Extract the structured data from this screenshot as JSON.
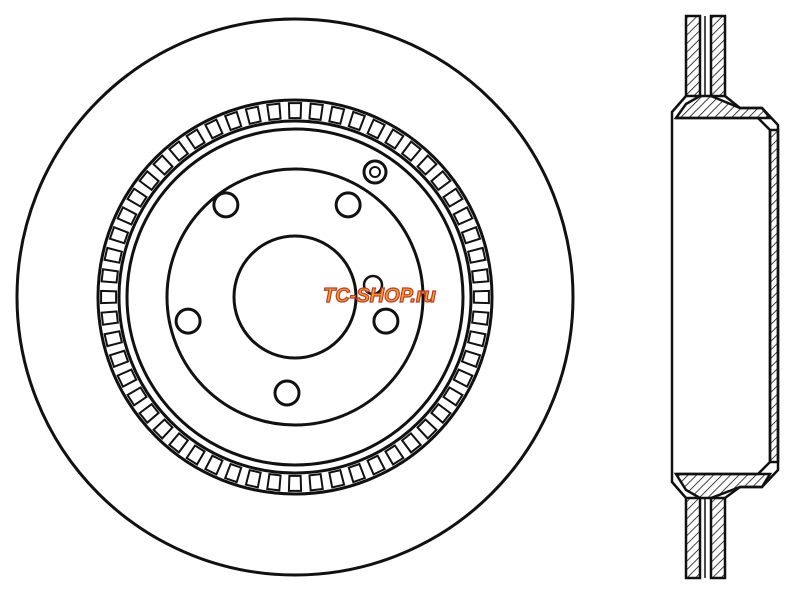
{
  "figure": {
    "subject": "brake-rotor",
    "views": [
      "front-view",
      "side-section-view"
    ],
    "line_color": "#111111",
    "background": "#ffffff",
    "lug_hole_count": 5,
    "vent_slot_count": 56
  },
  "watermark": {
    "text": "TC-SHOP.ru",
    "color": "#f5a623",
    "outline_color": "#c0392b"
  }
}
